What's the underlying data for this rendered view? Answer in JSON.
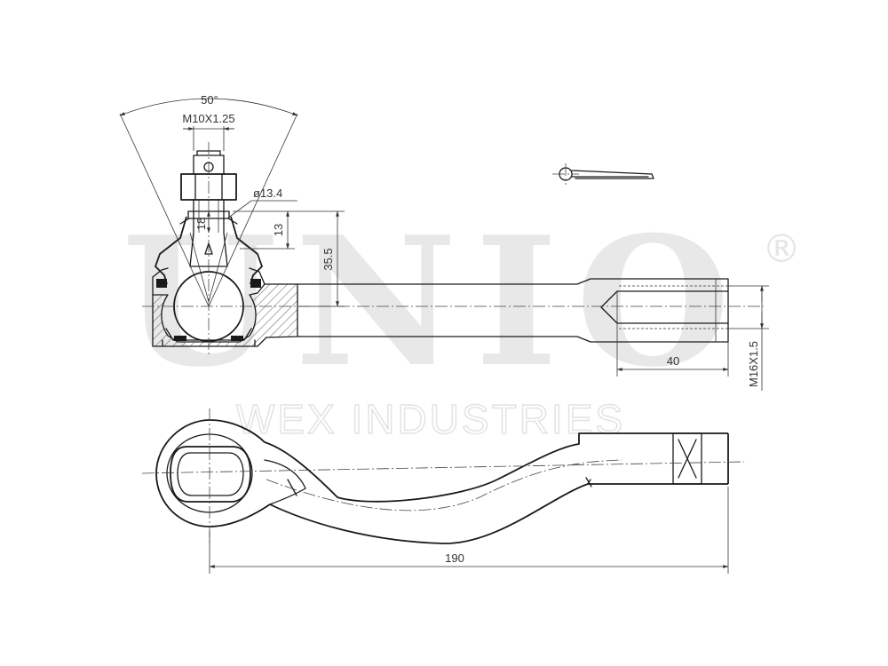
{
  "watermark": {
    "brand": "UNIO",
    "registered": "®",
    "company": "WEX INDUSTRIES"
  },
  "dimensions": {
    "cone_angle": "50°",
    "thread_stud": "M10X1.25",
    "taper_diameter": "ø13.4",
    "taper_length": "18",
    "stud_height": "13",
    "ball_offset": "35.5",
    "thread_depth": "40",
    "thread_rod": "M16X1.5",
    "overall_length": "190"
  }
}
